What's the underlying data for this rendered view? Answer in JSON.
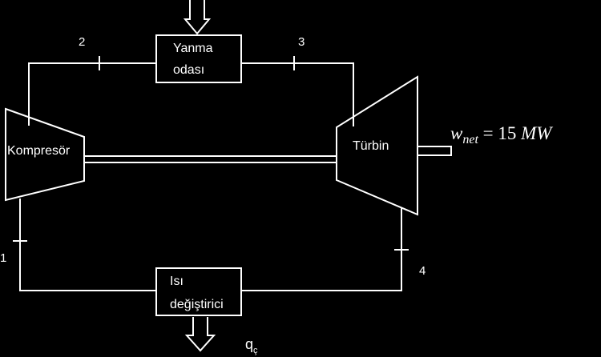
{
  "diagram": {
    "combustion_chamber": {
      "line1": "Yanma",
      "line2": "odası"
    },
    "compressor": {
      "label": "Kompresör"
    },
    "turbine": {
      "label": "Türbin"
    },
    "heat_exchanger": {
      "line1": "Isı",
      "line2": "değiştirici"
    },
    "state_points": [
      "1",
      "2",
      "3",
      "4"
    ],
    "net_work": {
      "symbol": "w",
      "subscript": "net",
      "equals": "=",
      "value": "15",
      "unit": "MW"
    },
    "heat_out": {
      "symbol": "q",
      "subscript": "ç"
    },
    "colors": {
      "background": "#000000",
      "stroke": "#ffffff",
      "text": "#ffffff"
    }
  }
}
